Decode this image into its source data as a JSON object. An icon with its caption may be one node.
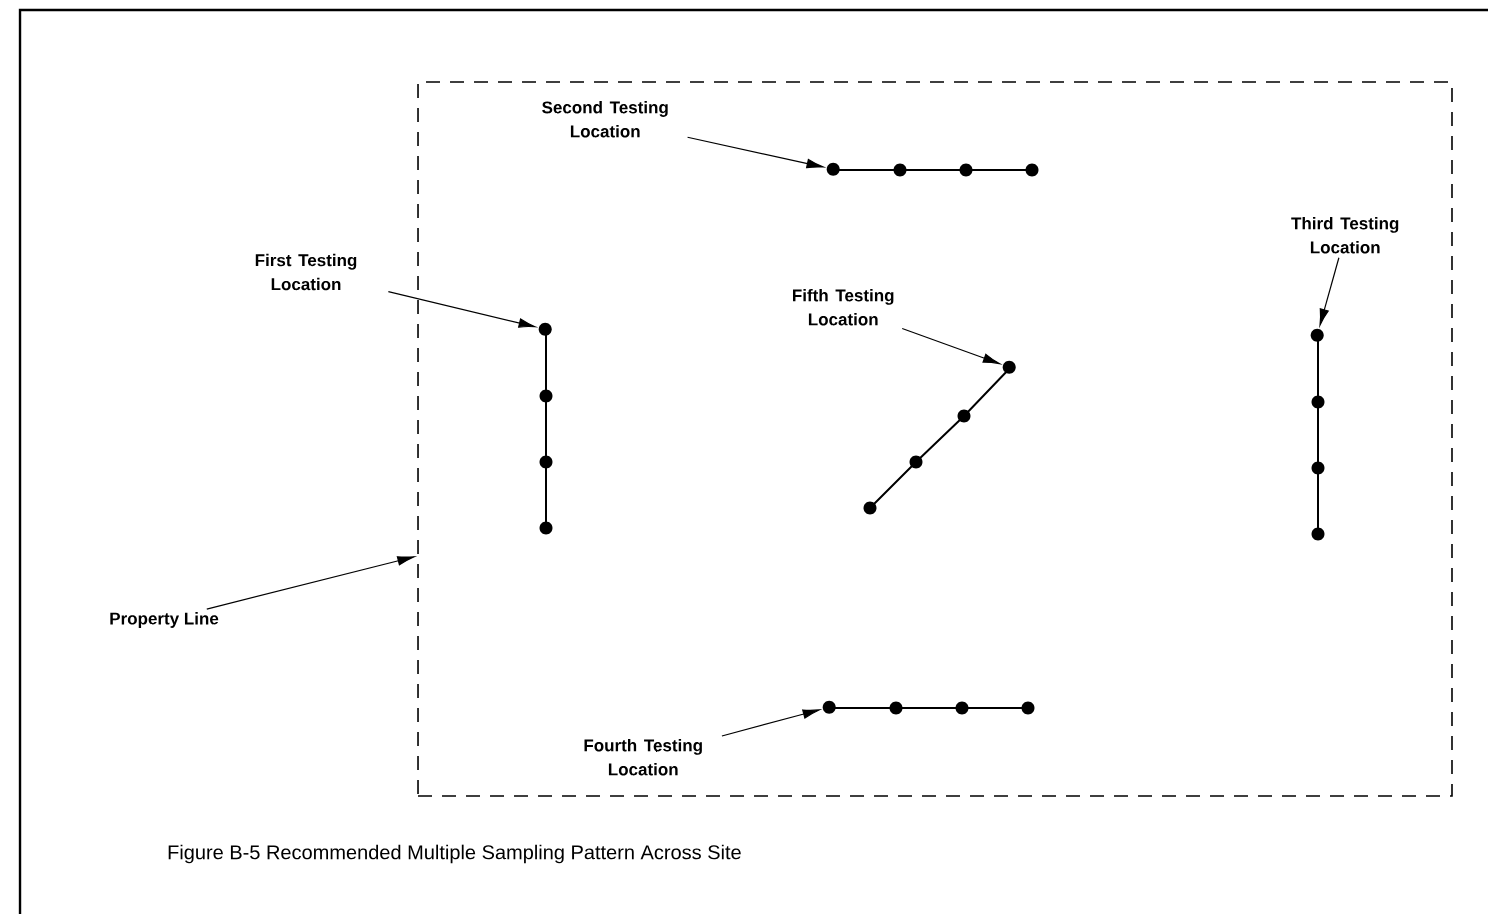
{
  "diagram": {
    "caption": "Figure B-5 Recommended Multiple Sampling Pattern Across Site",
    "nodes": [
      {
        "text": [],
        "shape": "box"
      },
      {
        "text": [
          "Second Testing Location"
        ],
        "in": 0
      },
      {
        "text": [],
        "shape": "circle",
        "in": 0
      },
      {
        "text": [
          "First Testing Location"
        ]
      },
      {
        "text": [],
        "shape": "circle",
        "in": 0
      },
      {
        "text": [
          "Third Testing Location"
        ],
        "in": 0
      },
      {
        "text": [],
        "shape": "circle",
        "in": 0
      },
      {
        "text": [
          "Fifth Testing Location"
        ],
        "in": 0
      },
      {
        "text": [],
        "shape": "circle",
        "in": 0
      },
      {
        "text": [
          "Property Line"
        ]
      },
      {
        "text": [],
        "shape": "circle",
        "in": 0
      },
      {
        "text": [
          "Fourth Testing Location"
        ],
        "in": 0
      }
    ],
    "edges": [
      {
        "from": 1,
        "to": 2,
        "arrow": "to"
      },
      {
        "from": 3,
        "to": 4,
        "arrow": "to"
      },
      {
        "from": 5,
        "to": 6,
        "arrow": "to"
      },
      {
        "from": 7,
        "to": 8,
        "arrow": "to"
      },
      {
        "from": 9,
        "to": 0,
        "arrow": "to"
      },
      {
        "from": 11,
        "to": 10,
        "arrow": "to"
      }
    ]
  }
}
